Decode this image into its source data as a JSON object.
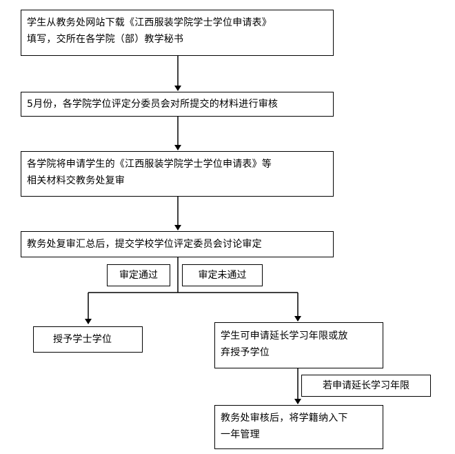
{
  "flowchart": {
    "step1": {
      "line1": "学生从教务处网站下载《江西服装学院学士学位申请表》",
      "line2": "填写，交所在各学院（部）教学秘书"
    },
    "step2": {
      "line1": "5月份，各学院学位评定分委员会对所提交的材料进行审核"
    },
    "step3": {
      "line1": "各学院将申请学生的《江西服装学院学士学位申请表》等",
      "line2": "相关材料交教务处复审"
    },
    "step4": {
      "line1": "教务处复审汇总后，提交学校学位评定委员会讨论审定"
    },
    "branch_pass_label": "审定通过",
    "branch_fail_label": "审定未通过",
    "pass_result": {
      "line1": "授予学士学位"
    },
    "fail_result": {
      "line1": "学生可申请延长学习年限或放",
      "line2": "弃授予学位"
    },
    "extend_label": "若申请延长学习年限",
    "final_step": {
      "line1": "教务处审核后，将学籍纳入下",
      "line2": "一年管理"
    }
  }
}
